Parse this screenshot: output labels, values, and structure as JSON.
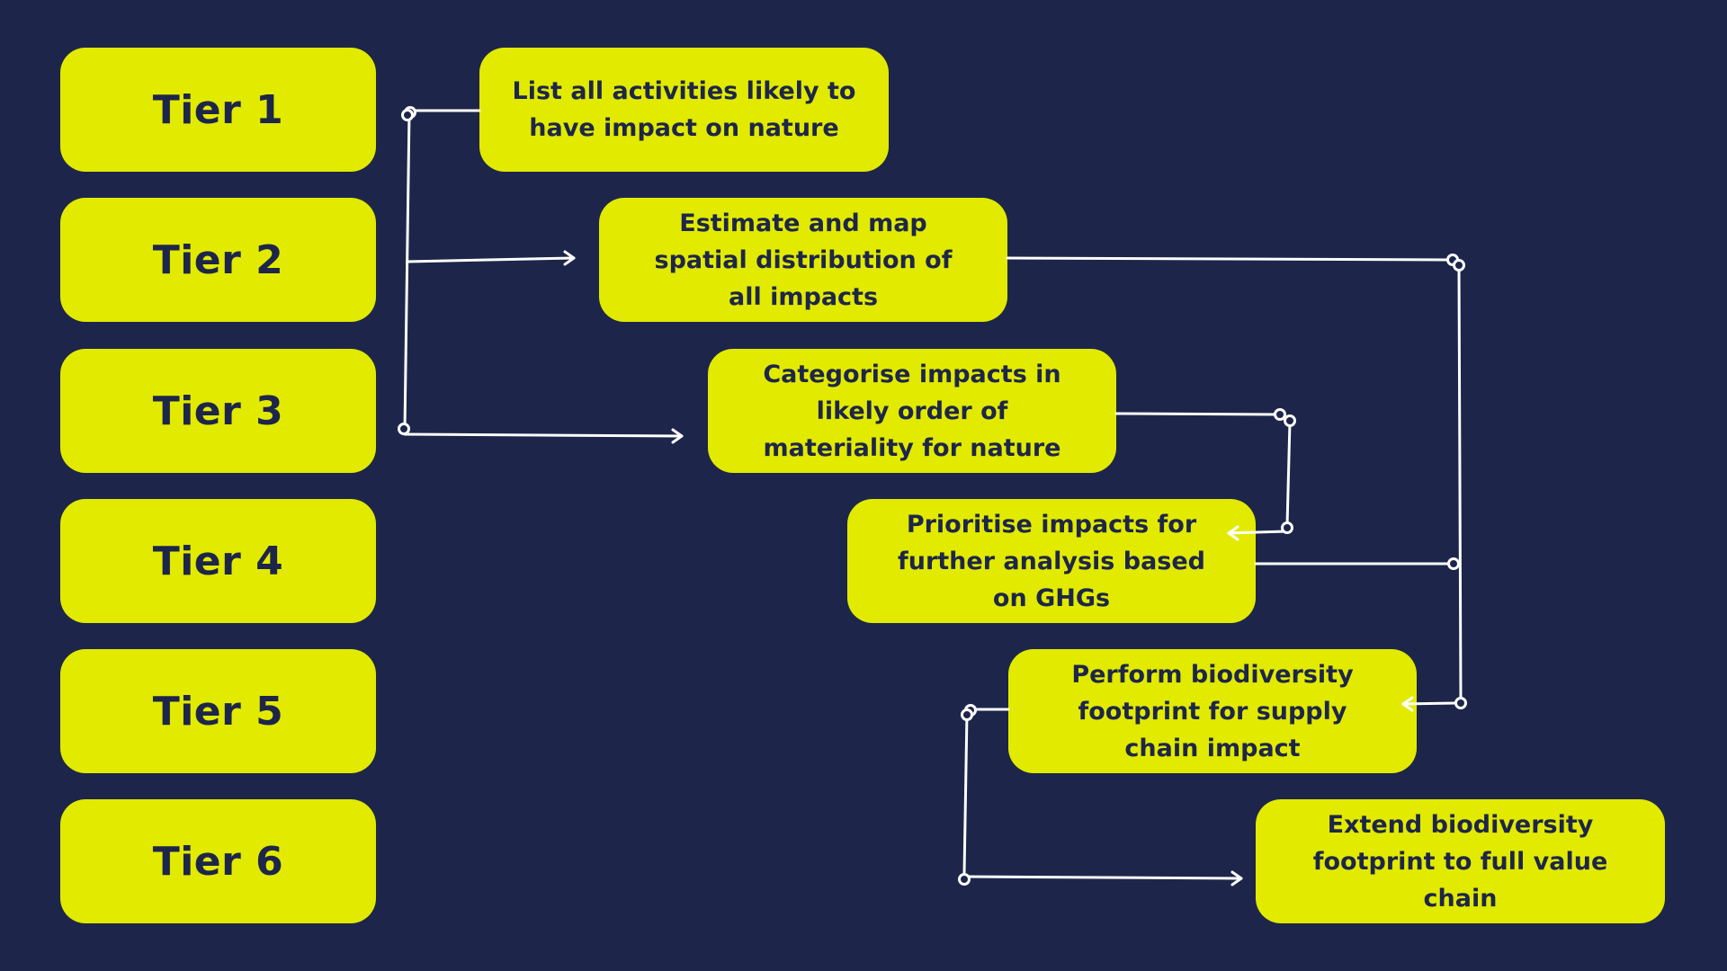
{
  "colors": {
    "background": "#1d264a",
    "box_fill": "#e2ea00",
    "box_text": "#1d264a",
    "connector": "#ffffff"
  },
  "tiers": [
    {
      "label": "Tier 1"
    },
    {
      "label": "Tier 2"
    },
    {
      "label": "Tier 3"
    },
    {
      "label": "Tier 4"
    },
    {
      "label": "Tier 5"
    },
    {
      "label": "Tier 6"
    }
  ],
  "steps": [
    {
      "line1": "List all activities likely to",
      "line2": "have impact on nature",
      "line3": ""
    },
    {
      "line1": "Estimate and map",
      "line2": "spatial distribution of",
      "line3": "all impacts"
    },
    {
      "line1": "Categorise impacts in",
      "line2": "likely order of",
      "line3": "materiality for nature"
    },
    {
      "line1": "Prioritise impacts for",
      "line2": "further analysis based",
      "line3": "on GHGs"
    },
    {
      "line1": "Perform biodiversity",
      "line2": "footprint for supply",
      "line3": "chain impact"
    },
    {
      "line1": "Extend biodiversity",
      "line2": "footprint to full value",
      "line3": "chain"
    }
  ]
}
